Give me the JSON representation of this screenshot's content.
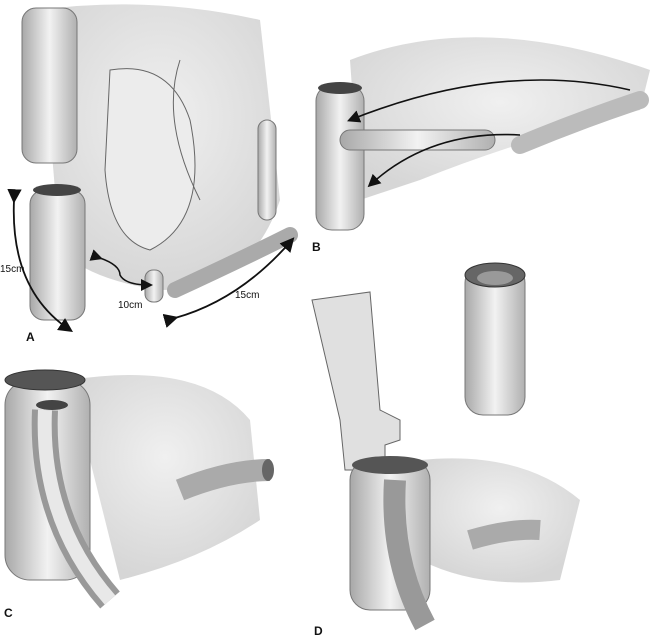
{
  "panels": {
    "a": {
      "letter": "A",
      "measure_left": "15cm",
      "measure_mid": "10cm",
      "measure_right": "15cm"
    },
    "b": {
      "letter": "B"
    },
    "c": {
      "letter": "C"
    },
    "d": {
      "letter": "D"
    }
  },
  "colors": {
    "tissue": "#d2d2d2",
    "tissue_dark": "#9a9a9a",
    "outline": "#555555",
    "arrow": "#111111"
  }
}
